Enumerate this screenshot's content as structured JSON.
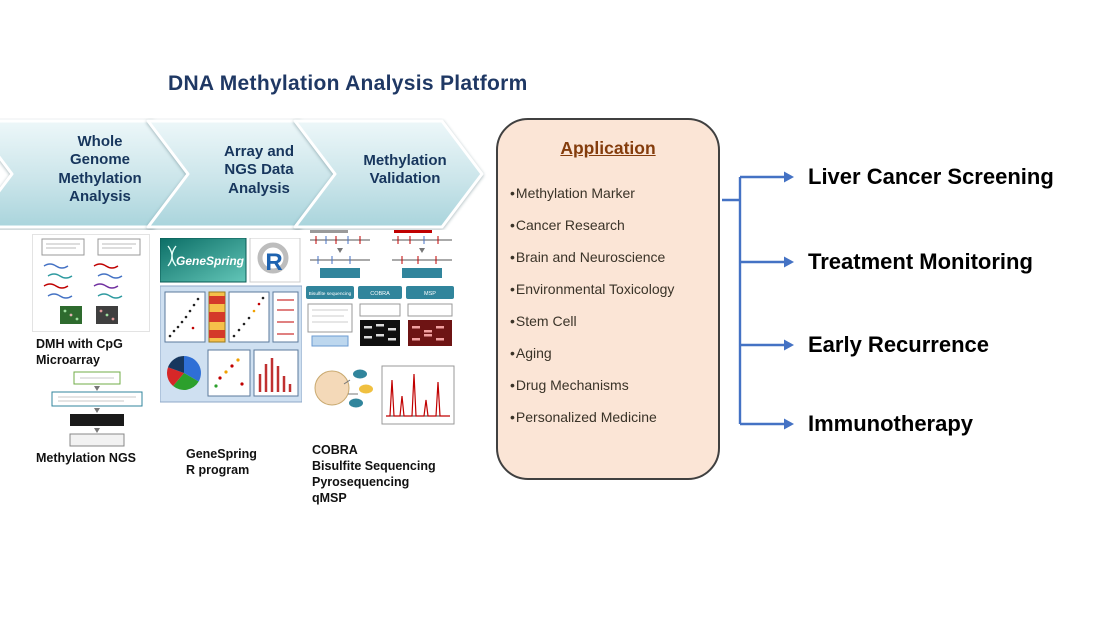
{
  "title": "DNA Methylation Analysis Platform",
  "pipeline": {
    "steps": [
      {
        "label": "Whole\nGenome\nMethylation\nAnalysis"
      },
      {
        "label": "Array and\nNGS Data\nAnalysis"
      },
      {
        "label": "Methylation\nValidation"
      }
    ]
  },
  "thumbnails": {
    "microarray": {
      "caption": "DMH with CpG\nMicroarray"
    },
    "ngs": {
      "caption": "Methylation NGS"
    },
    "genespring": {
      "caption": "GeneSpring\nR program",
      "logo_text": "GeneSpring",
      "r_logo_text": "R"
    },
    "validation": {
      "caption": "COBRA\nBisulfite Sequencing\nPyrosequencing\nqMSP",
      "method_labels": [
        "Bisulfite sequencing",
        "COBRA",
        "MSP"
      ]
    }
  },
  "application": {
    "title": "Application",
    "items": [
      "Methylation Marker",
      "Cancer Research",
      "Brain and Neuroscience",
      "Environmental Toxicology",
      "Stem Cell",
      "Aging",
      "Drug Mechanisms",
      "Personalized Medicine"
    ]
  },
  "outcomes": {
    "items": [
      "Liver Cancer Screening",
      "Treatment Monitoring",
      "Early Recurrence",
      "Immunotherapy"
    ]
  },
  "colors": {
    "title_text": "#1F3864",
    "chevron_fill_top": "#EDF7F9",
    "chevron_fill_bottom": "#A9D4DC",
    "chevron_text": "#17365D",
    "application_box_fill": "#FBE5D6",
    "application_box_border": "#404040",
    "application_title_text": "#843C0C",
    "arrow_blue": "#4472C4",
    "outcome_text": "#000000"
  }
}
